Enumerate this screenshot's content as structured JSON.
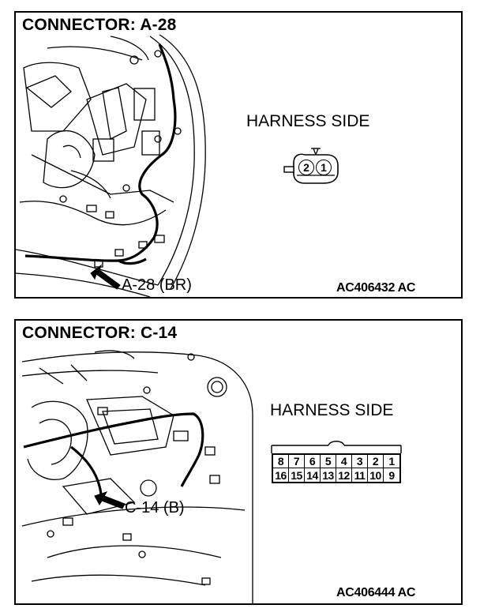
{
  "panels": [
    {
      "title": "CONNECTOR: A-28",
      "harness_side": "HARNESS SIDE",
      "callout": "A-28 (BR)",
      "code": "AC406432 AC",
      "pins": [
        "2",
        "1"
      ]
    },
    {
      "title": "CONNECTOR: C-14",
      "harness_side": "HARNESS SIDE",
      "callout": "C-14 (B)",
      "code": "AC406444 AC",
      "pins_top": [
        "8",
        "7",
        "6",
        "5",
        "4",
        "3",
        "2",
        "1"
      ],
      "pins_bottom": [
        "16",
        "15",
        "14",
        "13",
        "12",
        "11",
        "10",
        "9"
      ]
    }
  ]
}
